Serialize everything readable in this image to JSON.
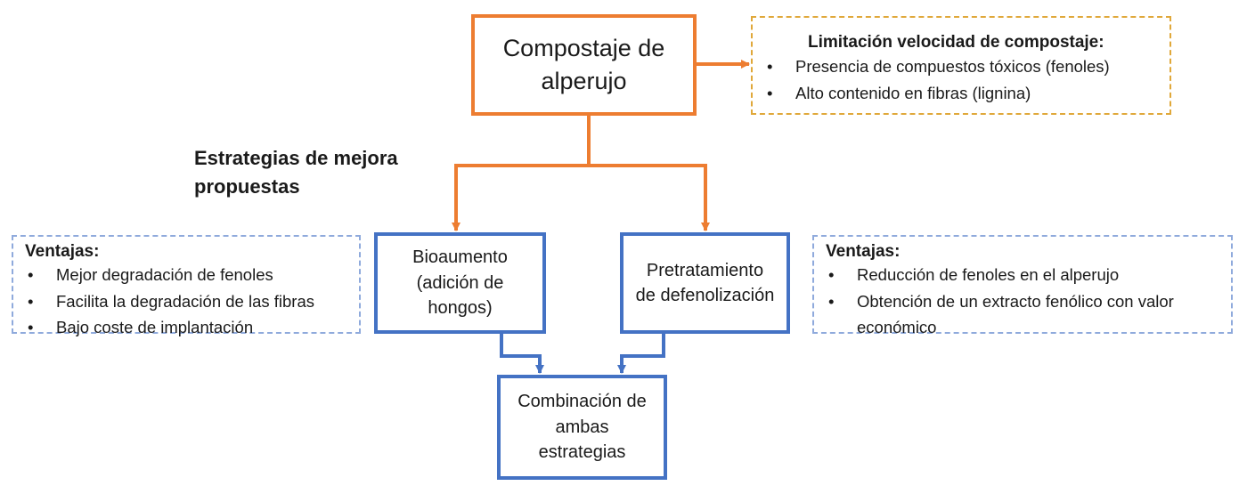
{
  "main": {
    "line1": "Compostaje de",
    "line2": "alperujo"
  },
  "limitation": {
    "heading": "Limitación velocidad de compostaje:",
    "items": [
      "Presencia de compuestos tóxicos (fenoles)",
      "Alto contenido en fibras (lignina)"
    ]
  },
  "strategies_label": {
    "line1": "Estrategias de mejora",
    "line2": "propuestas"
  },
  "bio": {
    "line1": "Bioaumento",
    "line2": "(adición de",
    "line3": "hongos)"
  },
  "pre": {
    "line1": "Pretratamiento",
    "line2": "de defenolización"
  },
  "combo": {
    "line1": "Combinación de",
    "line2": "ambas",
    "line3": "estrategias"
  },
  "left_adv": {
    "heading": "Ventajas:",
    "items": [
      "Mejor degradación de fenoles",
      "Facilita la degradación de las fibras",
      "Bajo coste de implantación"
    ]
  },
  "right_adv": {
    "heading": "Ventajas:",
    "items": [
      "Reducción de fenoles en el alperujo",
      "Obtención de un extracto fenólico con valor",
      "económico"
    ]
  },
  "colors": {
    "orange": "#ED7D31",
    "blue": "#4472C4",
    "dashed_orange": "#E0A83A",
    "dashed_blue": "#8FAADC"
  }
}
